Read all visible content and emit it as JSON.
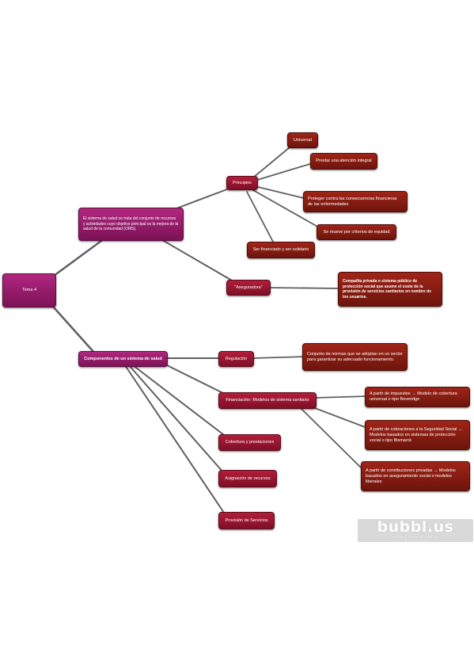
{
  "nodes": {
    "tema4": "Tema 4",
    "sistema": "El sistema de salud se trata del conjunto de recursos y actividades cuyo objetivo principal es la mejora de la salud de la comunidad (OMS).",
    "principios": "Principios",
    "universal": "Universal",
    "integral": "Prestar una atención integral",
    "proteger": "Proteger contra las consecuencias financieras de las enfermedades",
    "equidad": "Se mueve por criterios de equidad",
    "solidario": "Ser financiado y ser solidario",
    "aseguradora": "\"Aseguradora\"",
    "aseguradora_def": "Compañía privada o sistema público de protección social que asume el coste de la provisión de servicios sanitarios en nombre de los usuarios.",
    "componentes": "Componentes de un sistema de salud",
    "regulacion": "Regulación",
    "regulacion_def": "Conjunto de normas que se adoptan en un sector para garantizar su adecuado funcionamiento.",
    "financiacion": "Financiación: Modelos de sistema sanitario",
    "beveridge": "A partir de impuestos → Modelo de cobertura universal o tipo Beveridge",
    "bismarck": "A partir de cotizaciones a la Seguridad Social → Modelos basados en sistemas de protección social o tipo Bismarck",
    "liberales": "A partir de contribuciones privadas → Modelos basados en aseguramiento social o modelos liberales",
    "cobertura": "Cobertura y prestaciones",
    "asignacion": "Asignación de recursos",
    "provision": "Provisión de Servicios"
  },
  "logo": {
    "brand": "bubbl.us",
    "tagline": "create & share at bubbl.us"
  },
  "colors": {
    "purple": "#9c1f70",
    "crimson": "#9d1630",
    "red": "#8a1c12",
    "edge": "#5f5f5f"
  }
}
